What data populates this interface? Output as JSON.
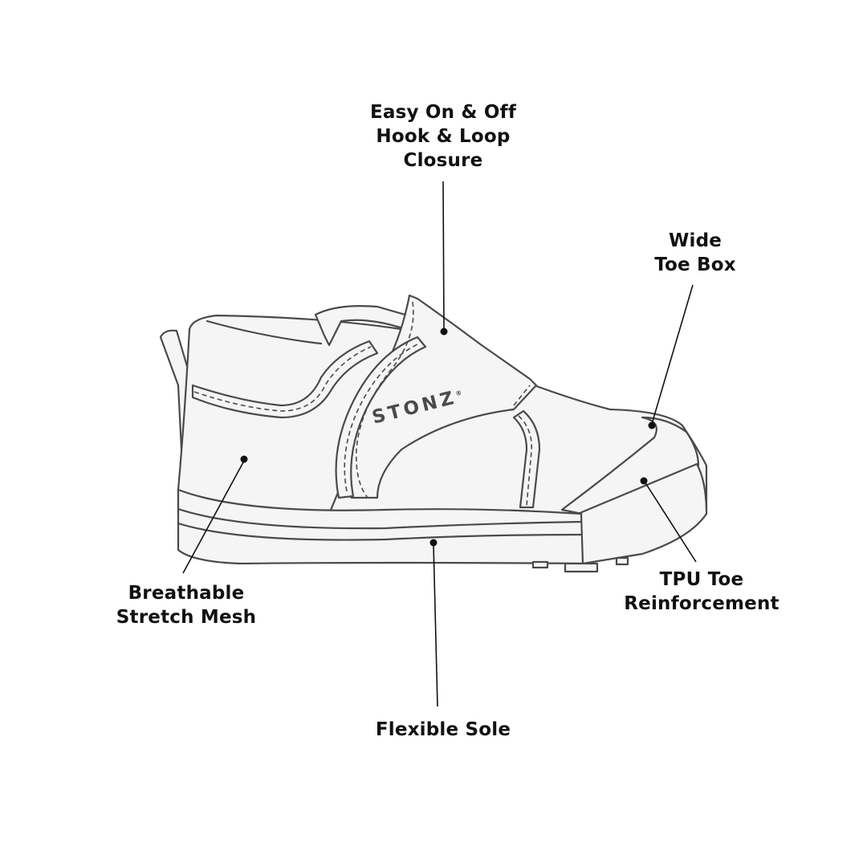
{
  "product": {
    "brand_logo": "STONZ",
    "brand_mark": "®"
  },
  "callouts": [
    {
      "id": "closure",
      "lines": [
        "Easy On & Off",
        "Hook & Loop",
        "Closure"
      ]
    },
    {
      "id": "toe-box",
      "lines": [
        "Wide",
        "Toe Box"
      ]
    },
    {
      "id": "toe-reinforcement",
      "lines": [
        "TPU Toe",
        "Reinforcement"
      ]
    },
    {
      "id": "sole",
      "lines": [
        "Flexible Sole"
      ]
    },
    {
      "id": "mesh",
      "lines": [
        "Breathable",
        "Stretch Mesh"
      ]
    }
  ],
  "colors": {
    "outline": "#4a4a4a",
    "fill": "#f5f5f5",
    "text": "#111111",
    "background": "#ffffff"
  }
}
